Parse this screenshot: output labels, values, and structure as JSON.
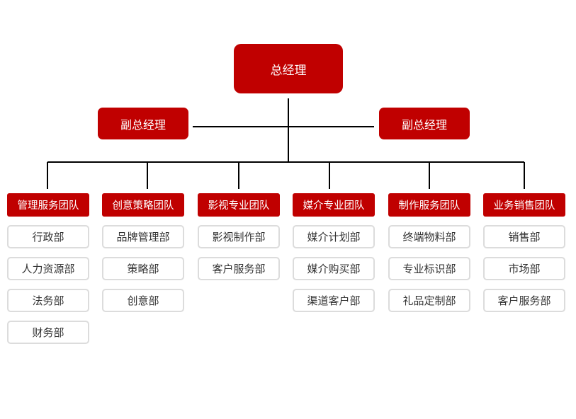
{
  "general_manager": "总经理",
  "deputy_left": "副总经理",
  "deputy_right": "副总经理",
  "teams": [
    {
      "name": "管理服务团队",
      "departments": [
        "行政部",
        "人力资源部",
        "法务部",
        "财务部"
      ]
    },
    {
      "name": "创意策略团队",
      "departments": [
        "品牌管理部",
        "策略部",
        "创意部"
      ]
    },
    {
      "name": "影视专业团队",
      "departments": [
        "影视制作部",
        "客户服务部"
      ]
    },
    {
      "name": "媒介专业团队",
      "departments": [
        "媒介计划部",
        "媒介购买部",
        "渠道客户部"
      ]
    },
    {
      "name": "制作服务团队",
      "departments": [
        "终端物料部",
        "专业标识部",
        "礼品定制部"
      ]
    },
    {
      "name": "业务销售团队",
      "departments": [
        "销售部",
        "市场部",
        "客户服务部"
      ]
    }
  ],
  "colors": {
    "box_fill": "#c00000",
    "dept_border": "#dcdcdc",
    "line": "#000000"
  }
}
